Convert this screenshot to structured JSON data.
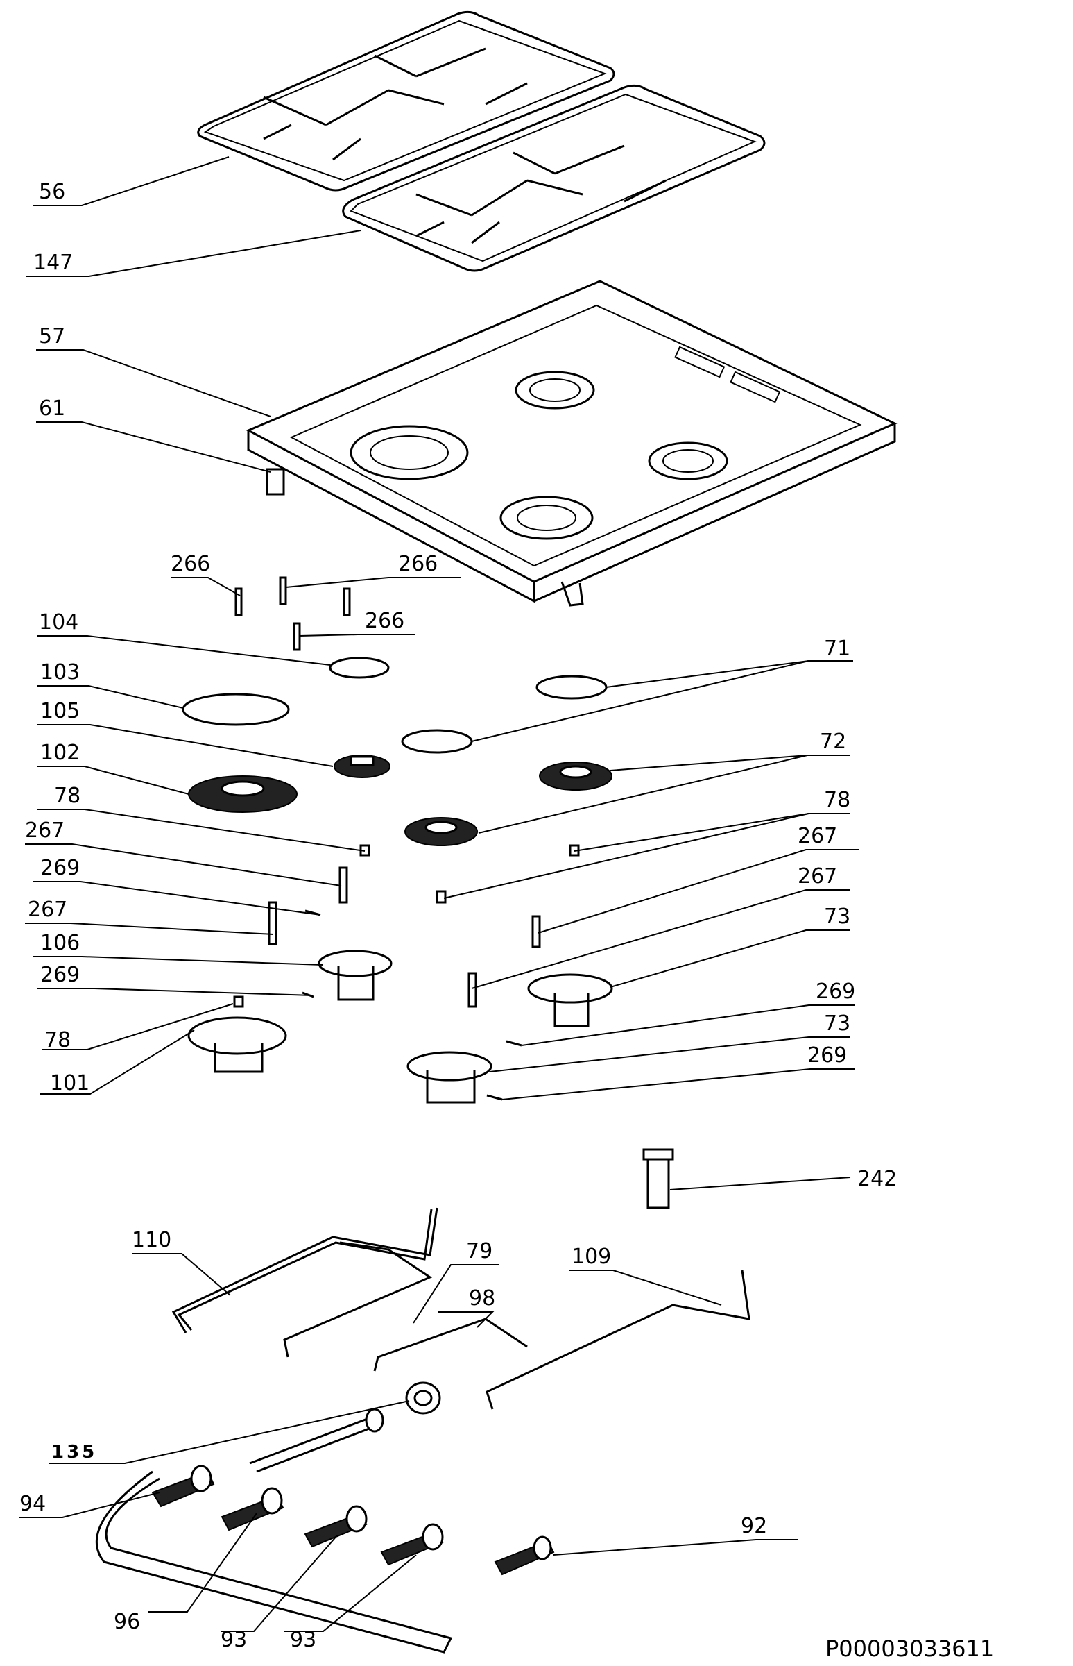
{
  "labels": {
    "l56": "56",
    "l147": "147",
    "l57": "57",
    "l61": "61",
    "l266a": "266",
    "l266b": "266",
    "l266c": "266",
    "l104": "104",
    "l71": "71",
    "l103": "103",
    "l105": "105",
    "l72": "72",
    "l102": "102",
    "l78a": "78",
    "l78b": "78",
    "l267a": "267",
    "l267b": "267",
    "l269a": "269",
    "l267c": "267",
    "l267d": "267",
    "l73a": "73",
    "l106": "106",
    "l269b": "269",
    "l269c": "269",
    "l73b": "73",
    "l78c": "78",
    "l269d": "269",
    "l101": "101",
    "l242": "242",
    "l110": "110",
    "l79": "79",
    "l109": "109",
    "l98": "98",
    "l135": "135",
    "l94": "94",
    "l92": "92",
    "l96": "96",
    "l93a": "93",
    "l93b": "93"
  },
  "document_code": "P00003033611"
}
